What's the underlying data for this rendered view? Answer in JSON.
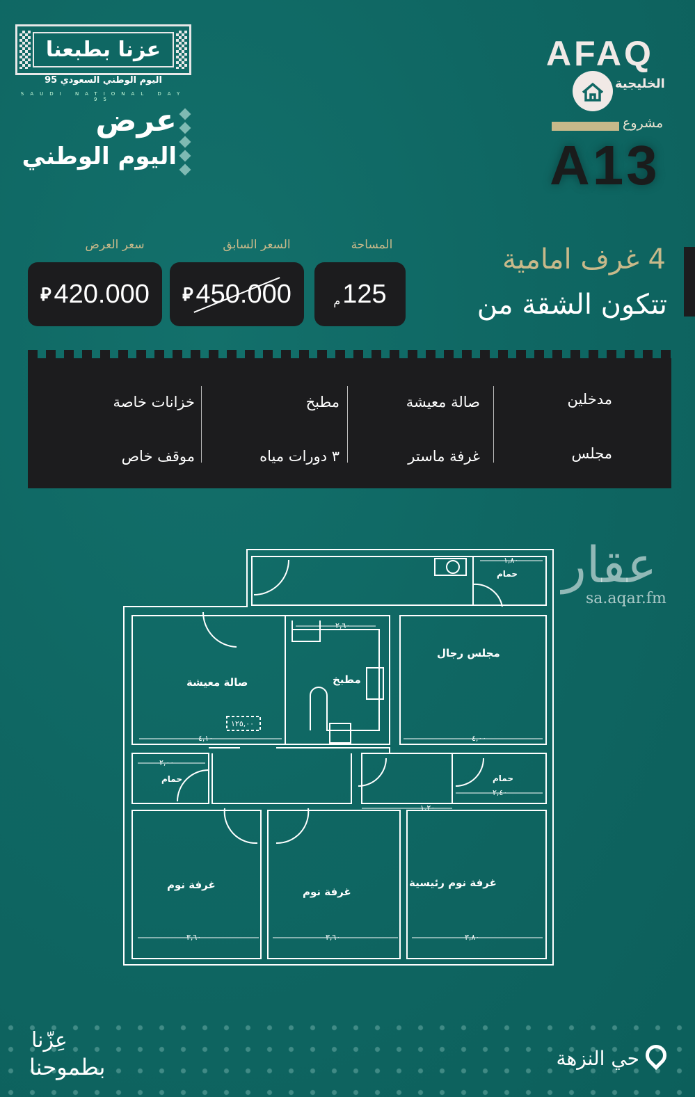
{
  "header_left": {
    "campaign_logo_text": "عزنا بطبعنا",
    "campaign_sub_ar": "اليوم الوطني السعودي 95",
    "campaign_sub_en": "SAUDI NATIONAL DAY 95",
    "offer_title": "عرض",
    "offer_subtitle": "اليوم الوطني"
  },
  "header_right": {
    "brand_logo_text": "AFAQ",
    "brand_logo_sub": "الخليجية",
    "project_label": "مشروع",
    "project_code": "A13"
  },
  "pricing": {
    "offer_price_label": "سعر العرض",
    "offer_price": "420.000",
    "previous_price_label": "السعر السابق",
    "previous_price": "450.000",
    "area_label": "المساحة",
    "area_value": "125",
    "area_unit": "م",
    "currency_symbol": "⃁"
  },
  "headline": {
    "rooms": "4 غرف امامية",
    "consists_of": "تتكون الشقة من"
  },
  "features": [
    [
      "مدخلين",
      "مجلس"
    ],
    [
      "صالة معيشة",
      "غرفة ماستر"
    ],
    [
      "مطبخ",
      "٣ دورات مياه"
    ],
    [
      "خزانات خاصة",
      "موقف خاص"
    ]
  ],
  "floor_plan": {
    "rooms": {
      "living": "صالة معيشة",
      "kitchen": "مطبخ",
      "majlis": "مجلس رجال",
      "bath": "حمام",
      "bedroom": "غرفة نوم",
      "master": "غرفة نوم رئيسية"
    },
    "dims": {
      "top_bath_w": "١,٨٠",
      "kitchen_w": "٢,٦٠",
      "living_w": "٤,١٠",
      "majlis_w": "٤,٠٠",
      "area_tag": "١٢٥,٠٠",
      "left_bath_w": "٢,٠٠",
      "right_bath_w": "٢,٤٠",
      "corridor_w": "١,٢٠",
      "bed1_w": "٣,٦٠",
      "bed2_w": "٣,٦٠",
      "master_w": "٣,٨٠"
    }
  },
  "watermark": {
    "text": "عقار",
    "url": "sa.aqar.fm"
  },
  "footer": {
    "slogan_line1": "عِزّنا",
    "slogan_line2": "بطموحنا",
    "location": "حي النزهة",
    "location_icon": "map-pin-icon"
  },
  "colors": {
    "background": "#0f6763",
    "panel": "#1c1c1e",
    "gold": "#c8b98a"
  }
}
